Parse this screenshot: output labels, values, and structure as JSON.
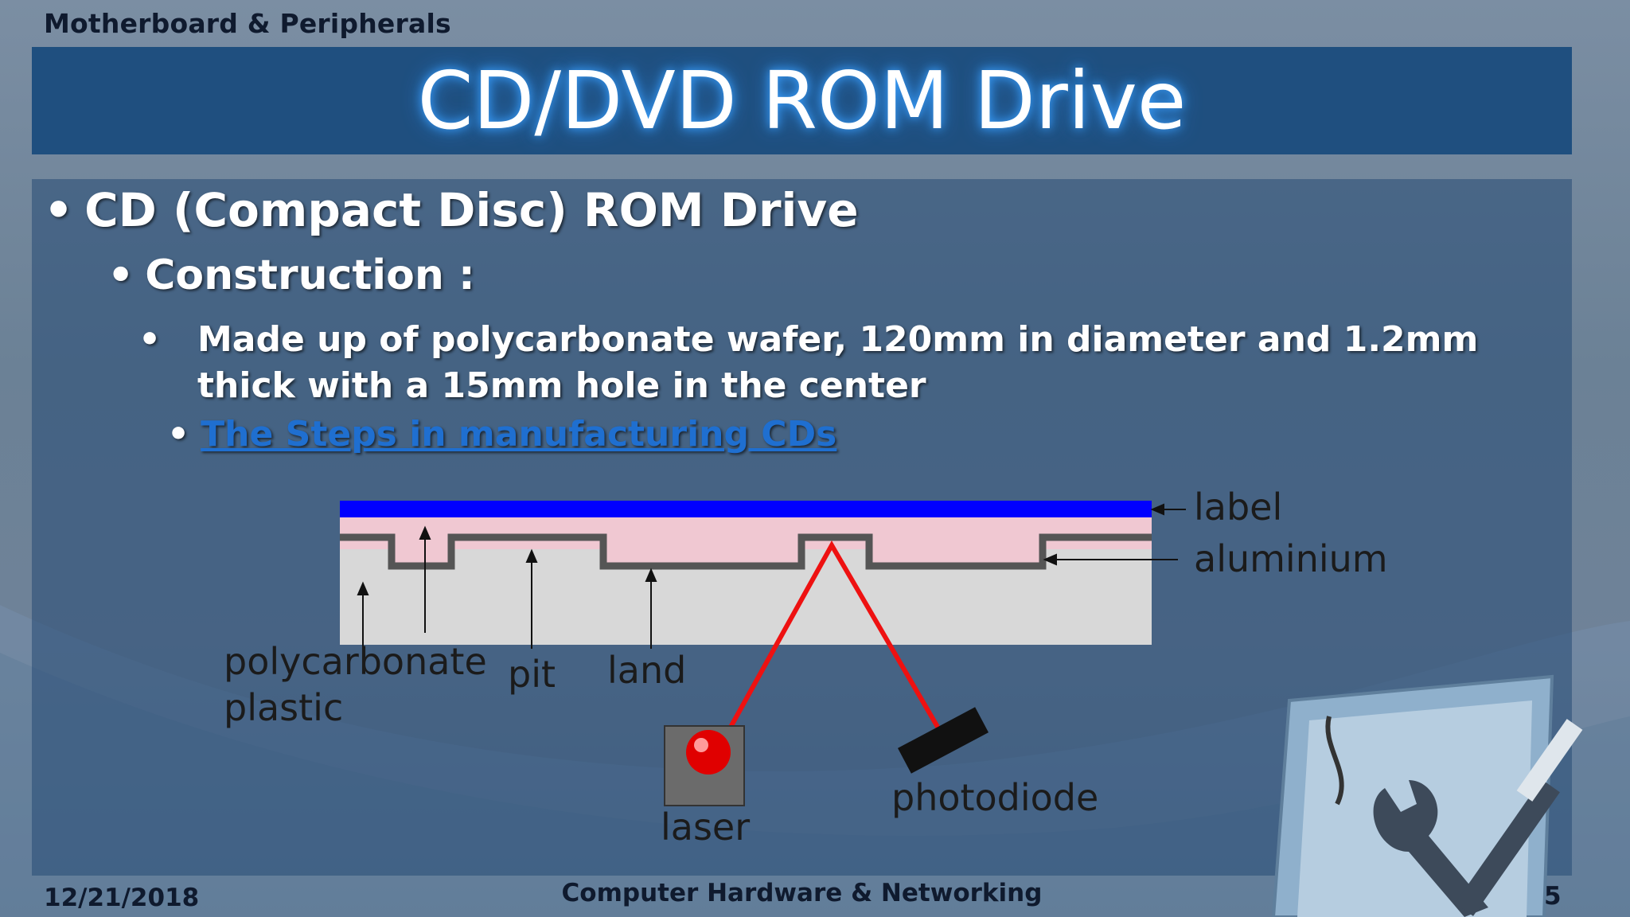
{
  "header": {
    "section": "Motherboard & Peripherals",
    "title": "CD/DVD ROM Drive"
  },
  "content": {
    "bullet1": "CD (Compact Disc) ROM Drive",
    "bullet2": "Construction :",
    "bullet3": "Made up of polycarbonate wafer, 120mm in diameter and 1.2mm thick with a 15mm hole in the center",
    "link": "The Steps in manufacturing CDs"
  },
  "diagram": {
    "labels": {
      "label": "label",
      "aluminium": "aluminium",
      "polycarbonate": "polycarbonate",
      "plastic": "plastic",
      "pit": "pit",
      "land": "land",
      "laser": "laser",
      "photodiode": "photodiode"
    },
    "colors": {
      "label_layer": "#0000ff",
      "lacquer": "#f0c8d2",
      "polycarbonate": "#d8d8d8",
      "aluminium": "#555555",
      "laser_beam": "#ee1111"
    }
  },
  "footer": {
    "date": "12/21/2018",
    "course": "Computer Hardware & Networking",
    "page": "5"
  }
}
